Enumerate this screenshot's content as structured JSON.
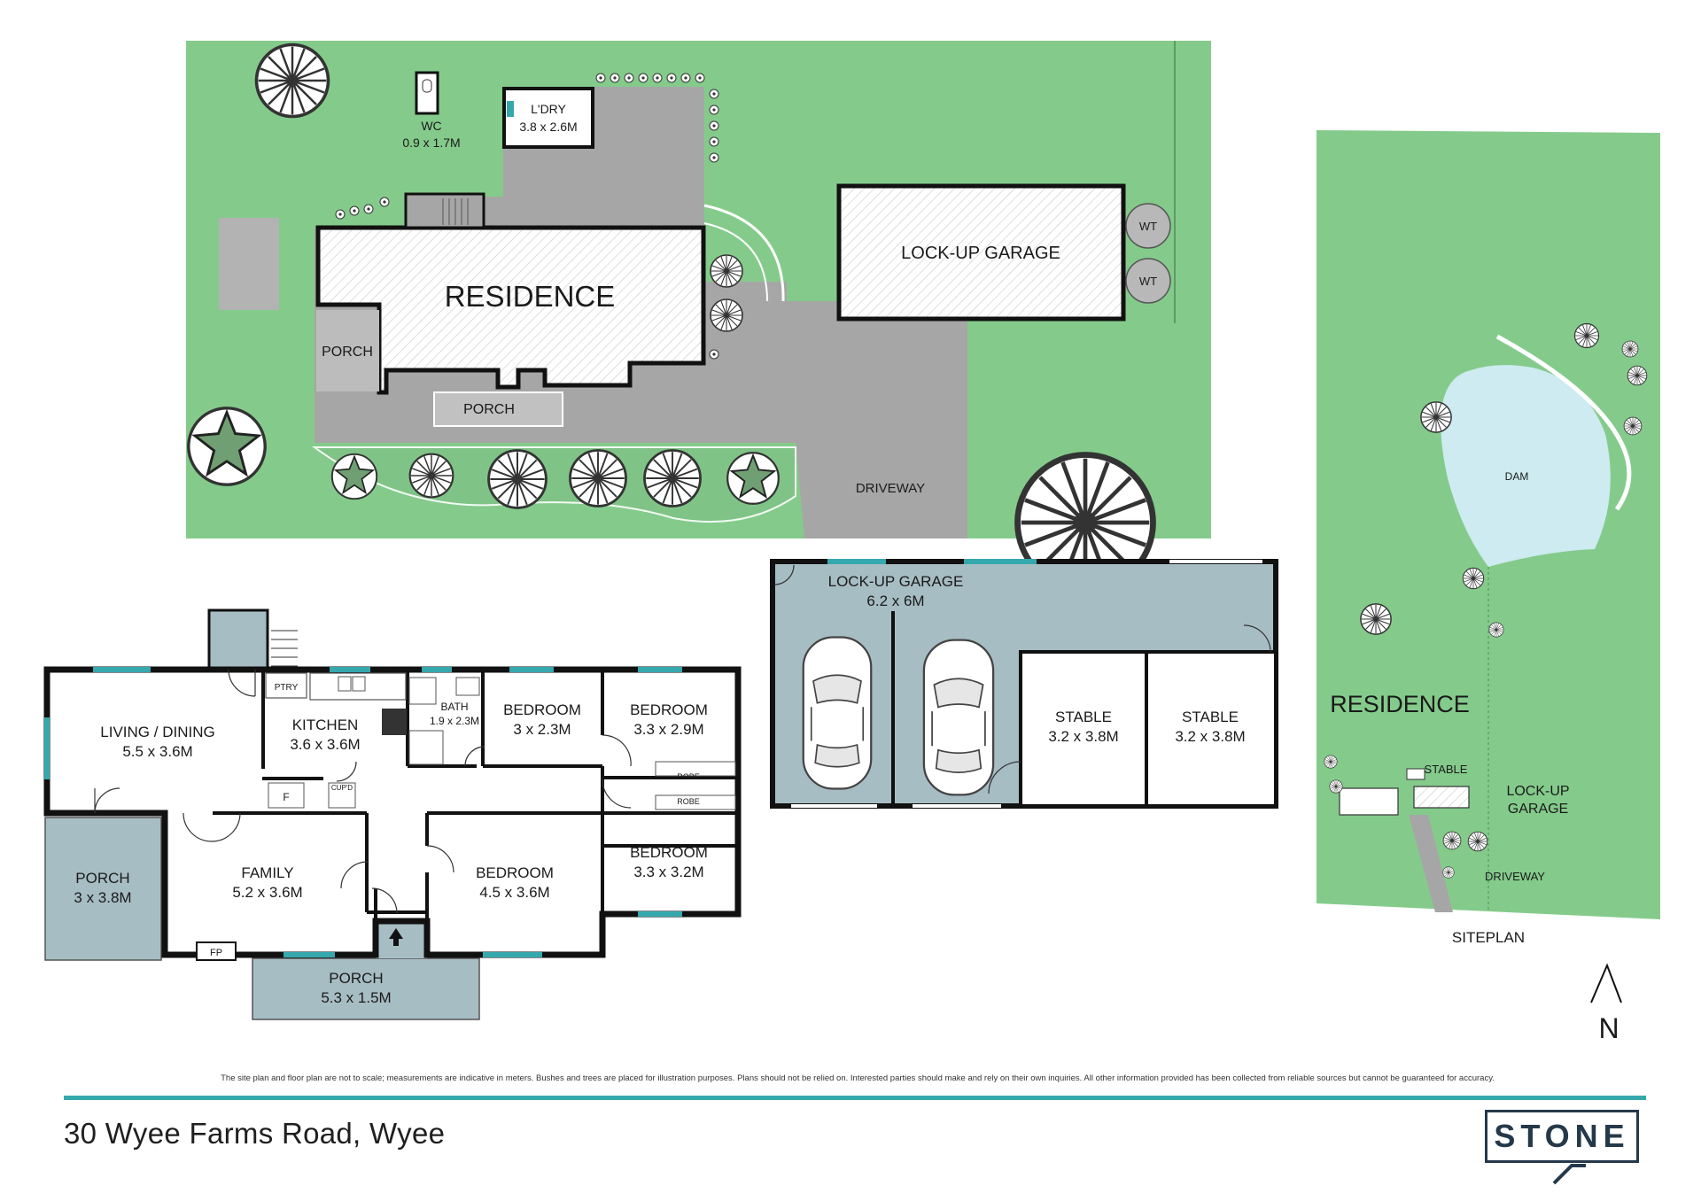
{
  "siteplan_top": {
    "residence": "RESIDENCE",
    "wc": "WC",
    "wc_size": "0.9 x 1.7M",
    "laundry": "L'DRY",
    "laundry_size": "3.8 x 2.6M",
    "lockup_garage": "LOCK-UP GARAGE",
    "water_tank": "WT",
    "porch": "PORCH",
    "driveway": "DRIVEWAY"
  },
  "floorplan": {
    "living_dining": "LIVING / DINING",
    "living_dining_size": "5.5 x 3.6M",
    "kitchen": "KITCHEN",
    "kitchen_size": "3.6 x 3.6M",
    "pantry": "PTRY",
    "bath": "BATH",
    "bath_size": "1.9 x 2.3M",
    "bedroom": "BEDROOM",
    "bedroom1_size": "3 x 2.3M",
    "bedroom2_size": "3.3 x 2.9M",
    "bedroom3_size": "4.5 x 3.6M",
    "bedroom4_size": "3.3 x 3.2M",
    "robe": "ROBE",
    "fridge": "F",
    "cupboard": "CUP'D",
    "family": "FAMILY",
    "family_size": "5.2 x 3.6M",
    "porch": "PORCH",
    "porch_side_size": "3 x 3.8M",
    "porch_front_size": "5.3 x 1.5M",
    "fireplace": "FP"
  },
  "garage_plan": {
    "lockup_garage": "LOCK-UP GARAGE",
    "lockup_garage_size": "6.2 x 6M",
    "stable": "STABLE",
    "stable_size": "3.2 x 3.8M"
  },
  "site_overview": {
    "dam": "DAM",
    "residence": "RESIDENCE",
    "stable": "STABLE",
    "lockup_garage_line1": "LOCK-UP",
    "lockup_garage_line2": "GARAGE",
    "driveway": "DRIVEWAY",
    "siteplan": "SITEPLAN",
    "north": "N"
  },
  "footer": {
    "disclaimer": "The site plan and floor plan are not to scale; measurements are indicative in meters. Bushes and trees are placed for illustration purposes. Plans should not be relied on. Interested parties should make and rely on their own inquiries. All other information provided has been collected from reliable sources but cannot be guaranteed for accuracy.",
    "address": "30 Wyee Farms Road, Wyee",
    "brand": "STONE"
  },
  "colors": {
    "grass": "#84cb8b",
    "paving": "#a8a8a8",
    "plan_fill": "#a7bdc4",
    "wall": "#111111",
    "window": "#35a8ad",
    "dam": "#cdebf0",
    "brand": "#25394a"
  },
  "icons": [
    "tree-icon",
    "car-icon",
    "north-arrow-icon",
    "stairs-icon"
  ]
}
